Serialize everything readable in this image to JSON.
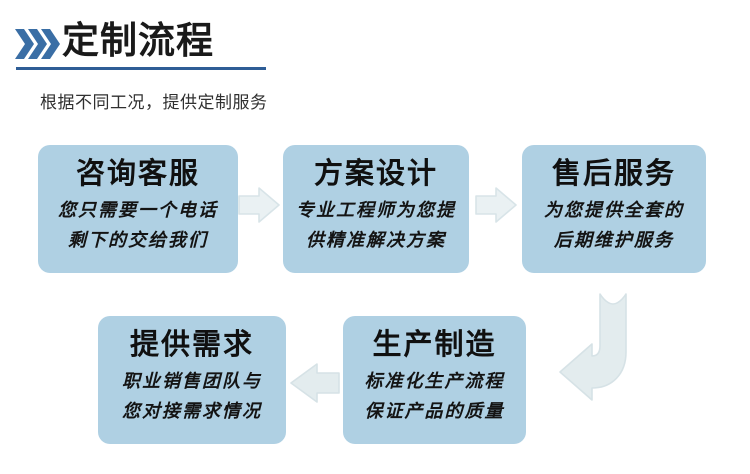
{
  "header": {
    "chevron_icon": "triple-chevron-right-icon",
    "title": "定制流程",
    "subtitle": "根据不同工况，提供定制服务",
    "accent_color": "#2e5d96",
    "underline_color": "#2e5d96"
  },
  "theme": {
    "box_fill": "#afd0e3",
    "arrow_fill": "#e2ebee",
    "arrow_stroke": "#d3e0e5",
    "title_text_color": "#101010",
    "body_text_color": "#141414",
    "background": "#ffffff"
  },
  "flow": {
    "steps": [
      {
        "id": "consult",
        "title": "咨询客服",
        "lines": [
          "您只需要一个电话",
          "剩下的交给我们"
        ]
      },
      {
        "id": "design",
        "title": "方案设计",
        "lines": [
          "专业工程师为您提",
          "供精准解决方案"
        ]
      },
      {
        "id": "aftersale",
        "title": "售后服务",
        "lines": [
          "为您提供全套的",
          "后期维护服务"
        ]
      },
      {
        "id": "demand",
        "title": "提供需求",
        "lines": [
          "职业销售团队与",
          "您对接需求情况"
        ]
      },
      {
        "id": "produce",
        "title": "生产制造",
        "lines": [
          "标准化生产流程",
          "保证产品的质量"
        ]
      }
    ],
    "connectors": [
      {
        "id": "consult-to-design",
        "icon": "arrow-right-icon"
      },
      {
        "id": "design-to-aftersale",
        "icon": "arrow-right-icon"
      },
      {
        "id": "aftersale-to-produce",
        "icon": "arrow-uturn-down-left-icon"
      },
      {
        "id": "produce-to-demand",
        "icon": "arrow-left-icon"
      }
    ]
  }
}
